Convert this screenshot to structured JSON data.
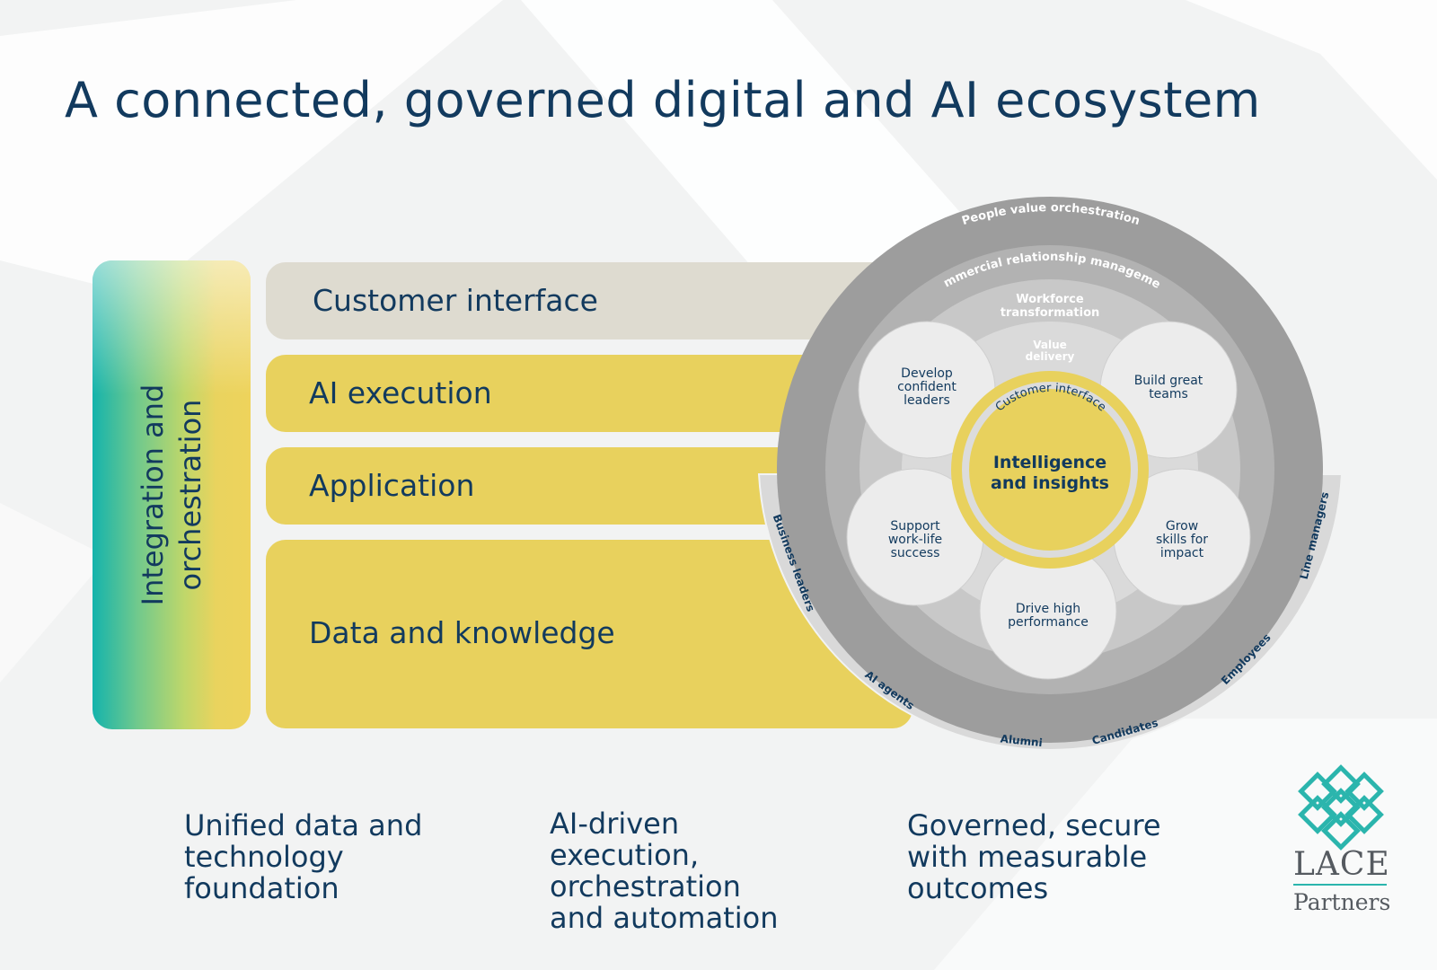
{
  "title": "A connected, governed digital and AI ecosystem",
  "stack": {
    "integration_line1": "Integration and",
    "integration_line2": "orchestration",
    "layers": [
      "Customer interface",
      "AI execution",
      "Application",
      "Data and knowledge"
    ]
  },
  "ecosystem": {
    "outer_ring": "People value orchestration",
    "ring2": "Commercial relationship management",
    "ring3_line1": "Workforce",
    "ring3_line2": "transformation",
    "ring4_line1": "Value",
    "ring4_line2": "delivery",
    "core_ring": "Customer interface",
    "core_line1": "Intelligence",
    "core_line2": "and insights",
    "petals": [
      {
        "lines": [
          "Develop",
          "confident",
          "leaders"
        ]
      },
      {
        "lines": [
          "Build great",
          "teams"
        ]
      },
      {
        "lines": [
          "Grow",
          "skills for",
          "impact"
        ]
      },
      {
        "lines": [
          "Drive high",
          "performance"
        ]
      },
      {
        "lines": [
          "Support",
          "work-life",
          "success"
        ]
      }
    ],
    "audiences": [
      "Business leaders",
      "AI agents",
      "Alumni",
      "Candidates",
      "Employees",
      "Line managers"
    ]
  },
  "captions": [
    [
      "Unified data and",
      "technology",
      "foundation"
    ],
    [
      "AI-driven",
      "execution,",
      "orchestration",
      "and automation"
    ],
    [
      "Governed, secure",
      "with measurable",
      "outcomes"
    ]
  ],
  "logo": {
    "name": "LACE",
    "sub": "Partners"
  },
  "colors": {
    "navy": "#123a5e",
    "yellow": "#e8d15d",
    "teal": "#14b3ac",
    "grey_dark": "#9d9d9d"
  }
}
